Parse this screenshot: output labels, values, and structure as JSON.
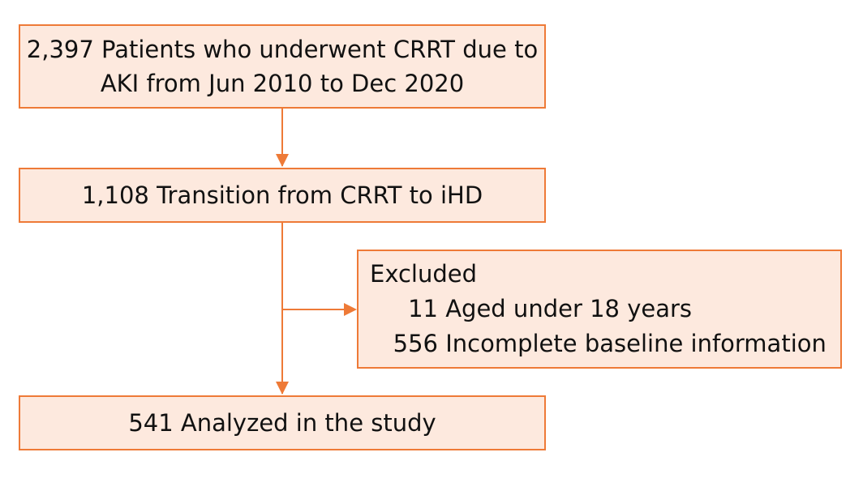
{
  "flow": {
    "patients": {
      "line1": "2,397 Patients who underwent CRRT due to",
      "line2": "AKI from Jun 2010 to Dec 2020"
    },
    "transition": {
      "label": "1,108 Transition from CRRT to iHD"
    },
    "excluded": {
      "title": "Excluded",
      "items": [
        {
          "count": "11",
          "label": "Aged under 18 years"
        },
        {
          "count": "556",
          "label": "Incomplete baseline information"
        }
      ]
    },
    "analyzed": {
      "label": "541 Analyzed in the study"
    }
  },
  "colors": {
    "box_fill": "#fde9de",
    "box_border": "#ee7a37",
    "arrow": "#ee7a37"
  }
}
